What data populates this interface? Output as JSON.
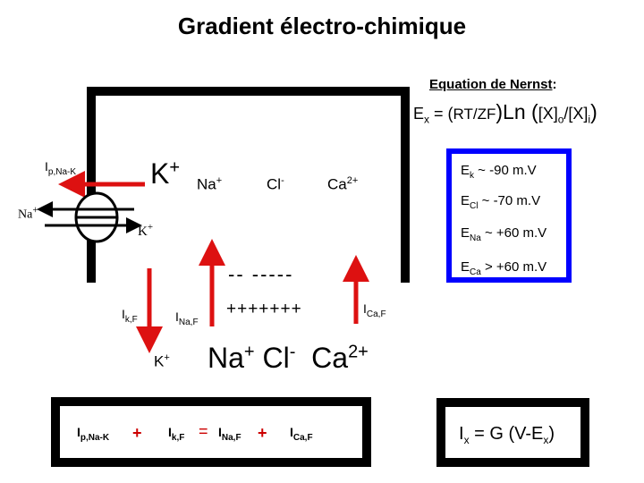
{
  "title": "Gradient électro-chimique",
  "nernst": {
    "label": "Equation de Nernst",
    "label_colon": ":",
    "eq_prefix": "E",
    "eq_sub_x": "x",
    "eq_equals": " = (",
    "eq_rtzf": "RT/ZF",
    "eq_ln": ")Ln (",
    "eq_bracket_open": "[X]",
    "eq_sub_o": "o",
    "eq_slash": "/",
    "eq_bracket_open2": "[X]",
    "eq_sub_i": "i",
    "eq_close": ")"
  },
  "cell_ions": {
    "k_main": "K",
    "k_sup": "+",
    "na": "Na",
    "na_sup": "+",
    "cl": "Cl",
    "cl_sup": "-",
    "ca": "Ca",
    "ca_sup": "2+",
    "k_small": "K",
    "k_small_sup": "+"
  },
  "pump": {
    "ip_label": "I",
    "ip_sub": "p,Na-K",
    "na_out": "Na",
    "na_out_sup": "+"
  },
  "potentials": [
    {
      "prefix": "E",
      "sub": "k",
      "text": " ~ -90 m.V"
    },
    {
      "prefix": "E",
      "sub": "Cl",
      "text": " ~ -70 m.V"
    },
    {
      "prefix": "E",
      "sub": "Na",
      "text": " ~ +60 m.V"
    },
    {
      "prefix": "E",
      "sub": "Ca",
      "text": " > +60 m.V"
    }
  ],
  "membrane": {
    "minus": "-- -----",
    "plus": "+++++++"
  },
  "currents": {
    "ik": "I",
    "ik_sub": "k,F",
    "ina": "I",
    "ina_sub": "Na,F",
    "ica": "I",
    "ica_sub": "Ca,F"
  },
  "outside_ions": {
    "k": "K",
    "k_sup": "+",
    "na": "Na",
    "na_sup": "+",
    "cl": "Cl",
    "cl_sup": "-",
    "ca": "Ca",
    "ca_sup": "2+"
  },
  "balance": {
    "ip": "I",
    "ip_sub": "p,Na-K",
    "plus1": "+",
    "ik": "I",
    "ik_sub": "k,F",
    "equals": "=",
    "ina": "I",
    "ina_sub": "Na,F",
    "plus2": "+",
    "ica": "I",
    "ica_sub": "Ca,F"
  },
  "ohm": {
    "i": "I",
    "i_sub": "x",
    "eq": " = G (V-E",
    "e_sub": "x",
    "close": ")"
  },
  "colors": {
    "arrow_red": "#dd1111",
    "potential_border": "#0000ff",
    "balance_operator": "#cc0000"
  }
}
